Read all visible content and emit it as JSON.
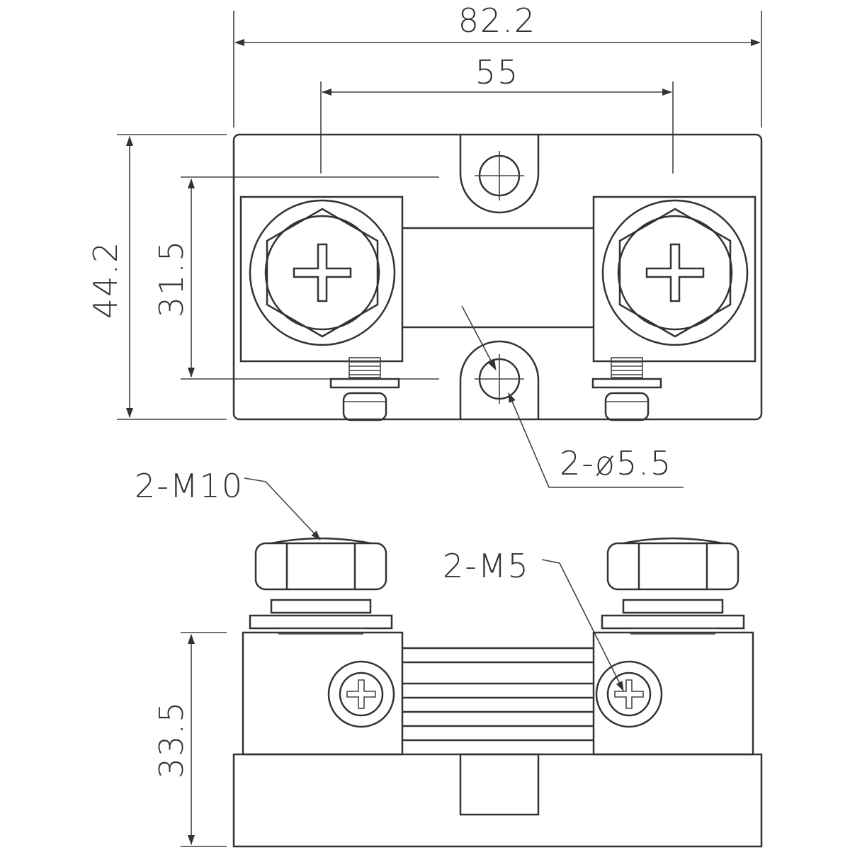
{
  "drawing": {
    "top_view": {
      "overall_width": "82.2",
      "terminal_spacing": "55",
      "overall_height": "44.2",
      "mount_spacing": "31.5",
      "mount_holes": "2-ø5.5"
    },
    "side_view": {
      "main_bolts": "2-M10",
      "side_screws": "2-M5",
      "height": "33.5"
    }
  }
}
